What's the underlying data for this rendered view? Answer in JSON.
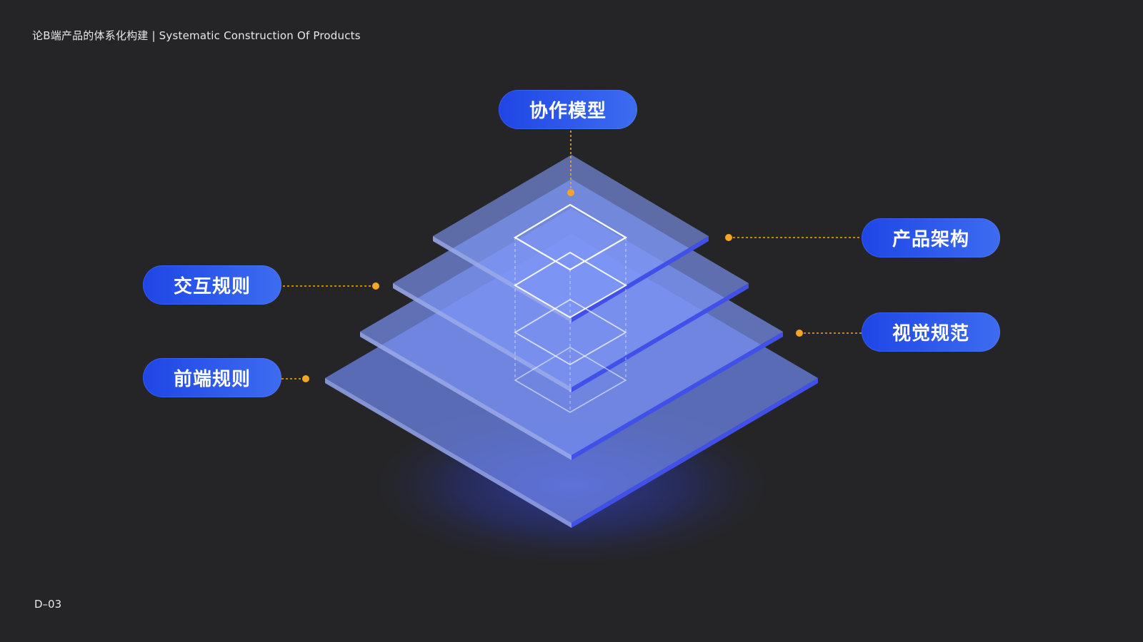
{
  "header": {
    "title": "论B端产品的体系化构建 | Systematic Construction Of Products"
  },
  "footer": {
    "page_code": "D–03"
  },
  "labels": {
    "top": "协作模型",
    "right_upper": "产品架构",
    "left_upper": "交互规则",
    "right_lower": "视觉规范",
    "left_lower": "前端规则"
  },
  "colors": {
    "background": "#252527",
    "pill": "#1f46e6",
    "connector": "#f5a623",
    "layer": "#6f86ee",
    "layer_edge": "#3f4fe0"
  }
}
